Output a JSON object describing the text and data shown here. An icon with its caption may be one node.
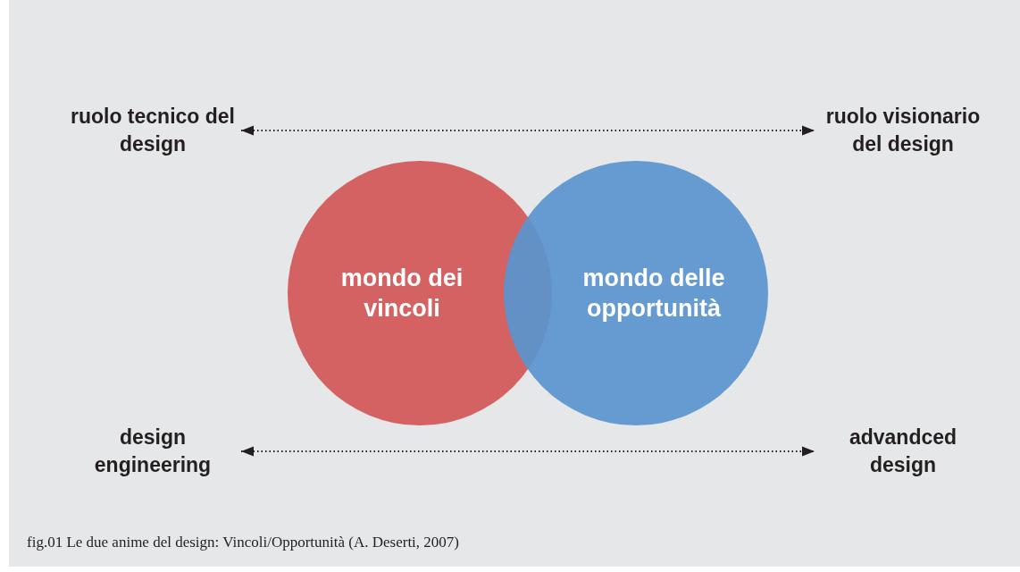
{
  "diagram": {
    "caption": "fig.01 Le due anime del design: Vincoli/Opportunità (A. Deserti, 2007)",
    "nodes": [
      {
        "text": [
          "ruolo tecnico del design"
        ]
      },
      {
        "text": [
          "ruolo visionario del design"
        ]
      },
      {
        "text": [
          "mondo dei vincoli"
        ]
      },
      {
        "text": [
          "mondo delle opportunità"
        ]
      },
      {
        "text": [
          "design engineering"
        ]
      },
      {
        "text": [
          "advandced design"
        ]
      }
    ],
    "edges": [
      {
        "from": 0,
        "to": 1,
        "arrow": "both",
        "style": "dashed"
      },
      {
        "from": 4,
        "to": 5,
        "arrow": "both",
        "style": "dashed"
      }
    ]
  }
}
